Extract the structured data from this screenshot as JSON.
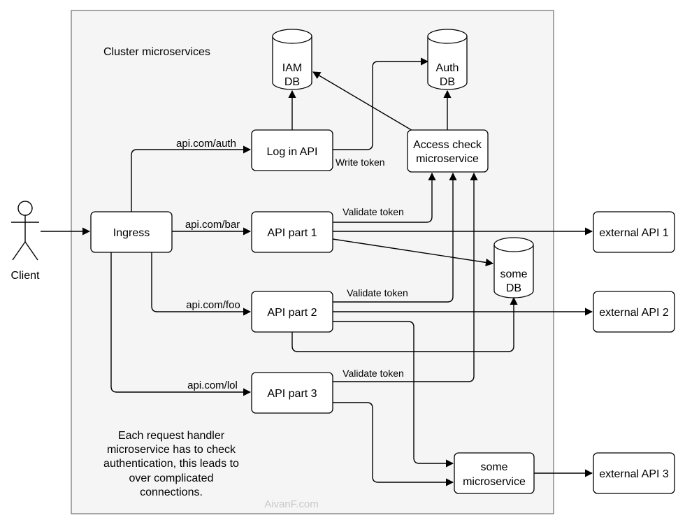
{
  "cluster": {
    "title": "Cluster microservices"
  },
  "actor": {
    "label": "Client"
  },
  "nodes": {
    "ingress": "Ingress",
    "login_api": "Log in API",
    "access_check": [
      "Access check",
      "microservice"
    ],
    "api_part_1": "API part 1",
    "api_part_2": "API part 2",
    "api_part_3": "API part 3",
    "some_microservice": [
      "some",
      "microservice"
    ],
    "external_api_1": "external API 1",
    "external_api_2": "external API 2",
    "external_api_3": "external API 3"
  },
  "databases": {
    "iam_db": [
      "IAM",
      "DB"
    ],
    "auth_db": [
      "Auth",
      "DB"
    ],
    "some_db": [
      "some",
      "DB"
    ]
  },
  "edge_labels": {
    "route_auth": "api.com/auth",
    "route_bar": "api.com/bar",
    "route_foo": "api.com/foo",
    "route_lol": "api.com/lol",
    "write_token": "Write token",
    "validate_token_1": "Validate token",
    "validate_token_2": "Validate token",
    "validate_token_3": "Validate token"
  },
  "note": [
    "Each request handler",
    "microservice has to check",
    "authentication, this leads to",
    "over complicated",
    "connections."
  ],
  "watermark": "AivanF.com"
}
